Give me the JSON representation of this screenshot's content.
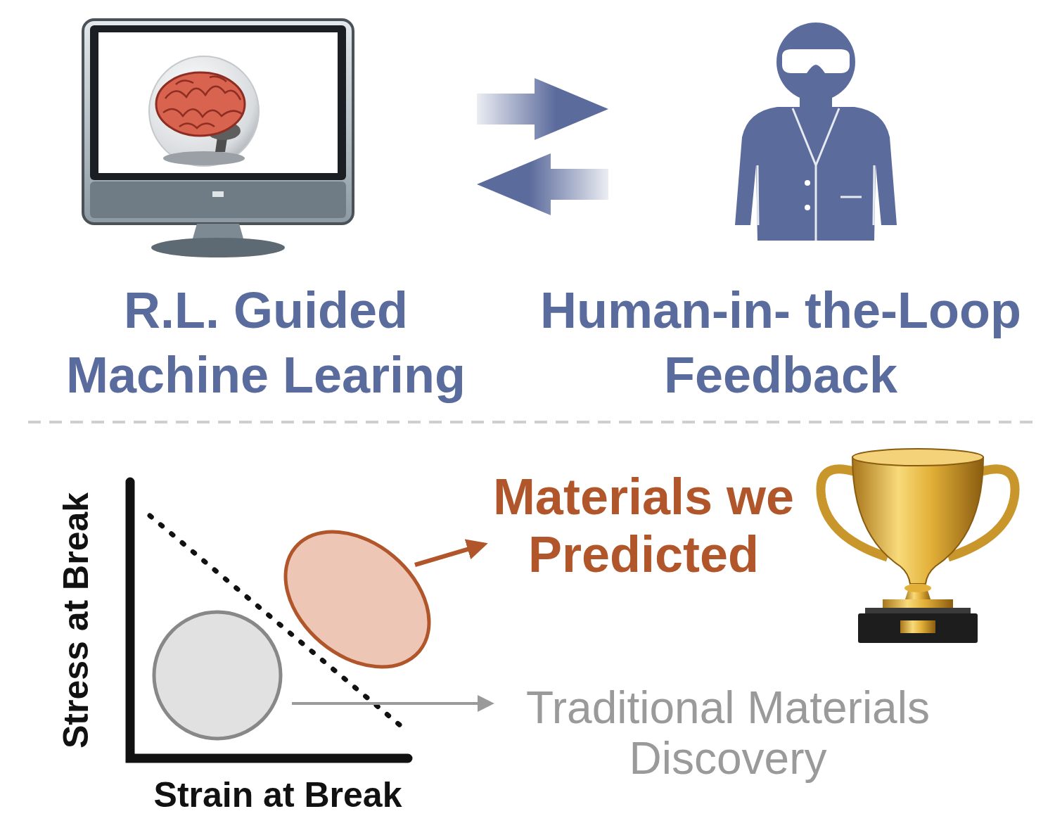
{
  "diagram": {
    "nodes": [
      {
        "text": [
          "R.L. Guided Machine Learing"
        ]
      },
      {
        "text": [
          "Human-in- the-Loop Feedback"
        ]
      }
    ],
    "edges": [
      {
        "from": 0,
        "to": 1,
        "arrow": "to"
      },
      {
        "from": 1,
        "to": 0,
        "arrow": "to"
      }
    ],
    "labels": [
      "Stress at Break",
      "Strain at Break",
      "Materials we Predicted",
      "Traditional Materials Discovery"
    ]
  }
}
